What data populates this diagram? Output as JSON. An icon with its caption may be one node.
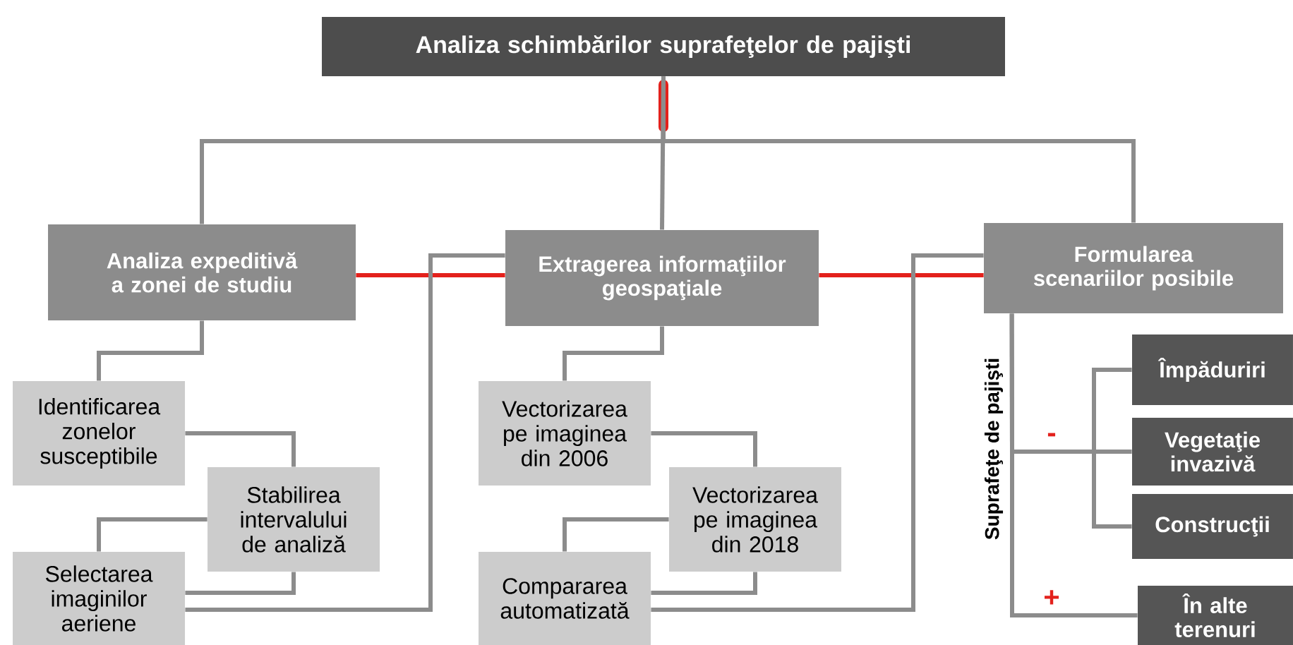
{
  "diagram": {
    "nodes": [
      {
        "text": [
          "Analiza schimbărilor suprafeţelor de pajişti"
        ]
      },
      {
        "text": [
          "Analiza expeditivă a zonei de studiu"
        ]
      },
      {
        "text": [
          "Extragerea informaţiilor geospaţiale"
        ]
      },
      {
        "text": [
          "Formularea scenariilor posibile"
        ]
      },
      {
        "text": [
          "Identificarea zonelor susceptibile"
        ]
      },
      {
        "text": [
          "Stabilirea intervalului de analiză"
        ]
      },
      {
        "text": [
          "Selectarea imaginilor aeriene"
        ]
      },
      {
        "text": [
          "Vectorizarea pe imaginea din 2006"
        ]
      },
      {
        "text": [
          "Vectorizarea pe imaginea din 2018"
        ]
      },
      {
        "text": [
          "Compararea automatizată"
        ]
      },
      {
        "text": [
          "Împăduriri"
        ]
      },
      {
        "text": [
          "Vegetaţie invazivă"
        ]
      },
      {
        "text": [
          "Construcţii"
        ]
      },
      {
        "text": [
          "În alte terenuri"
        ]
      }
    ],
    "edges": [
      {
        "from": 0,
        "to": 1,
        "arrow": "none"
      },
      {
        "from": 0,
        "to": 2,
        "arrow": "none"
      },
      {
        "from": 0,
        "to": 3,
        "arrow": "none"
      },
      {
        "from": 1,
        "to": 2,
        "arrow": "none",
        "color": "#e3211c"
      },
      {
        "from": 2,
        "to": 3,
        "arrow": "none",
        "color": "#e3211c"
      },
      {
        "from": 1,
        "to": 4,
        "arrow": "none"
      },
      {
        "from": 4,
        "to": 5,
        "arrow": "none"
      },
      {
        "from": 5,
        "to": 6,
        "arrow": "none"
      },
      {
        "from": 5,
        "to": 6,
        "arrow": "none"
      },
      {
        "from": 6,
        "to": 2,
        "arrow": "none"
      },
      {
        "from": 2,
        "to": 7,
        "arrow": "none"
      },
      {
        "from": 7,
        "to": 8,
        "arrow": "none"
      },
      {
        "from": 8,
        "to": 9,
        "arrow": "none"
      },
      {
        "from": 8,
        "to": 9,
        "arrow": "none"
      },
      {
        "from": 9,
        "to": 3,
        "arrow": "none"
      },
      {
        "from": 3,
        "to": 10,
        "arrow": "none"
      },
      {
        "from": 3,
        "to": 11,
        "arrow": "none",
        "label": "-"
      },
      {
        "from": 3,
        "to": 12,
        "arrow": "none"
      },
      {
        "from": 3,
        "to": 13,
        "arrow": "none",
        "label": "+"
      }
    ],
    "labels": [
      "Suprafeţe de pajişti"
    ]
  }
}
